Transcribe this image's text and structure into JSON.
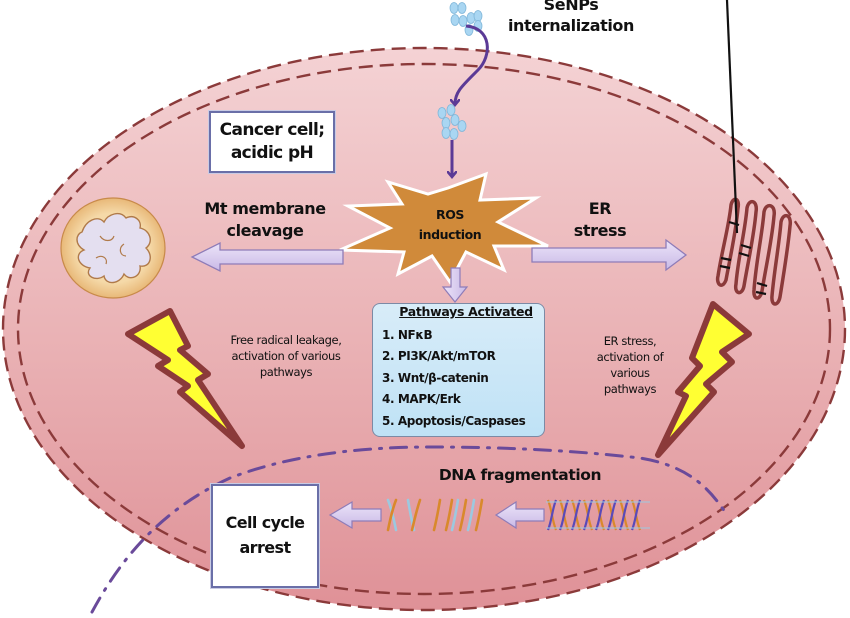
{
  "title": "SeNPs internalization",
  "title_line1": "SeNPs",
  "title_line2": "internalization",
  "cancer_box": {
    "line1": "Cancer cell;",
    "line2": "acidic pH"
  },
  "ros": {
    "line1": "ROS",
    "line2": "induction"
  },
  "mt_label": {
    "line1": "Mt membrane",
    "line2": "cleavage"
  },
  "er_label": {
    "line1": "ER",
    "line2": "stress"
  },
  "pathways": {
    "title": "Pathways Activated",
    "items": [
      "1. NFκB",
      "2. PI3K/Akt/mTOR",
      "3. Wnt/β-catenin",
      "4. MAPK/Erk",
      "5. Apoptosis/Caspases"
    ]
  },
  "left_note": {
    "line1": "Free radical  leakage,",
    "line2": "activation of various",
    "line3": "pathways"
  },
  "right_note": {
    "line1": "ER stress,",
    "line2": "activation of",
    "line3": "various",
    "line4": "pathways"
  },
  "dna_label": "DNA fragmentation",
  "arrest_box": {
    "line1": "Cell cycle",
    "line2": "arrest"
  },
  "colors": {
    "cell_fill_top": "#f2c9cc",
    "cell_fill_bottom": "#e2959a",
    "membrane": "#8b3a3a",
    "nucleus_border": "#6a4a9a",
    "arrow_fill": "#d9cdef",
    "arrow_stroke": "#8e7cb8",
    "ros_fill": "#d08a3a",
    "bolt_fill": "#ffff33",
    "bolt_stroke": "#8b3a3a",
    "senp_fill": "#a9d6f2",
    "internalization_path": "#5b3a96"
  }
}
